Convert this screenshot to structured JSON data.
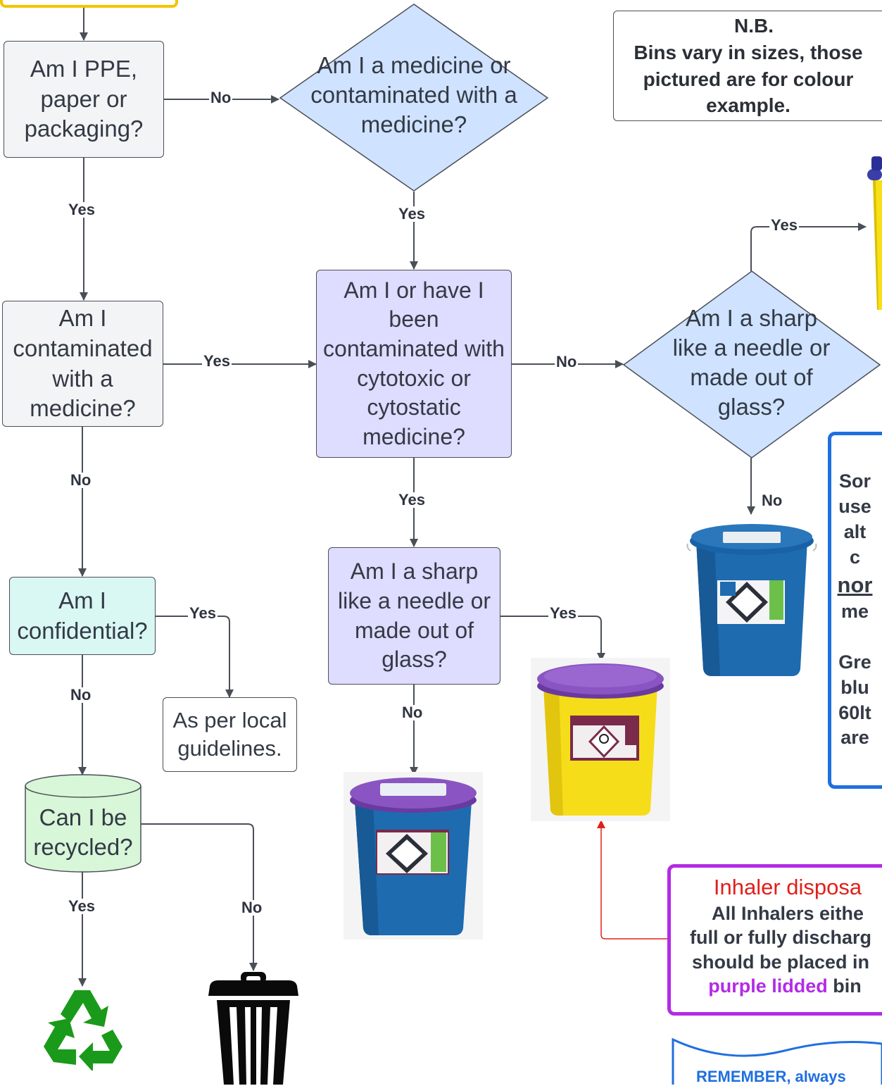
{
  "nodes": {
    "ppe": "Am I PPE, paper or packaging?",
    "medicine": "Am I a medicine or contaminated with a medicine?",
    "contaminated": "Am I contaminated with a medicine?",
    "cytotoxic": "Am I or have I been contaminated with cytotoxic or cytostatic medicine?",
    "sharp_right": "Am I a sharp like a needle or made out of glass?",
    "confidential": "Am I confidential?",
    "sharp_mid": "Am I a sharp like a needle or made out of glass?",
    "local": "As per local guidelines.",
    "recycle": "Can I be recycled?"
  },
  "labels": {
    "yes": "Yes",
    "no": "No"
  },
  "note": {
    "title": "N.B.",
    "body": "Bins vary in sizes, those pictured are for colour example."
  },
  "side_note": {
    "lines": [
      "Sor",
      "use",
      "alt",
      "c",
      "nor",
      "me",
      "",
      "Gre",
      "blu",
      "60lt",
      "are"
    ]
  },
  "inhaler": {
    "title": "Inhaler disposa",
    "line1": "All Inhalers eithe",
    "line2": "full or fully discharg",
    "line3": "should be placed in",
    "purple": "purple lidded",
    "tail": " bin"
  },
  "remember": "REMEMBER, always",
  "colors": {
    "line": "#4a4f57",
    "red_arrow": "#e0201a",
    "purple": "#b32be6",
    "blue_border": "#1f6fe0",
    "diamond_fill": "#cfe2ff",
    "recycle_green": "#1a9a1a"
  }
}
